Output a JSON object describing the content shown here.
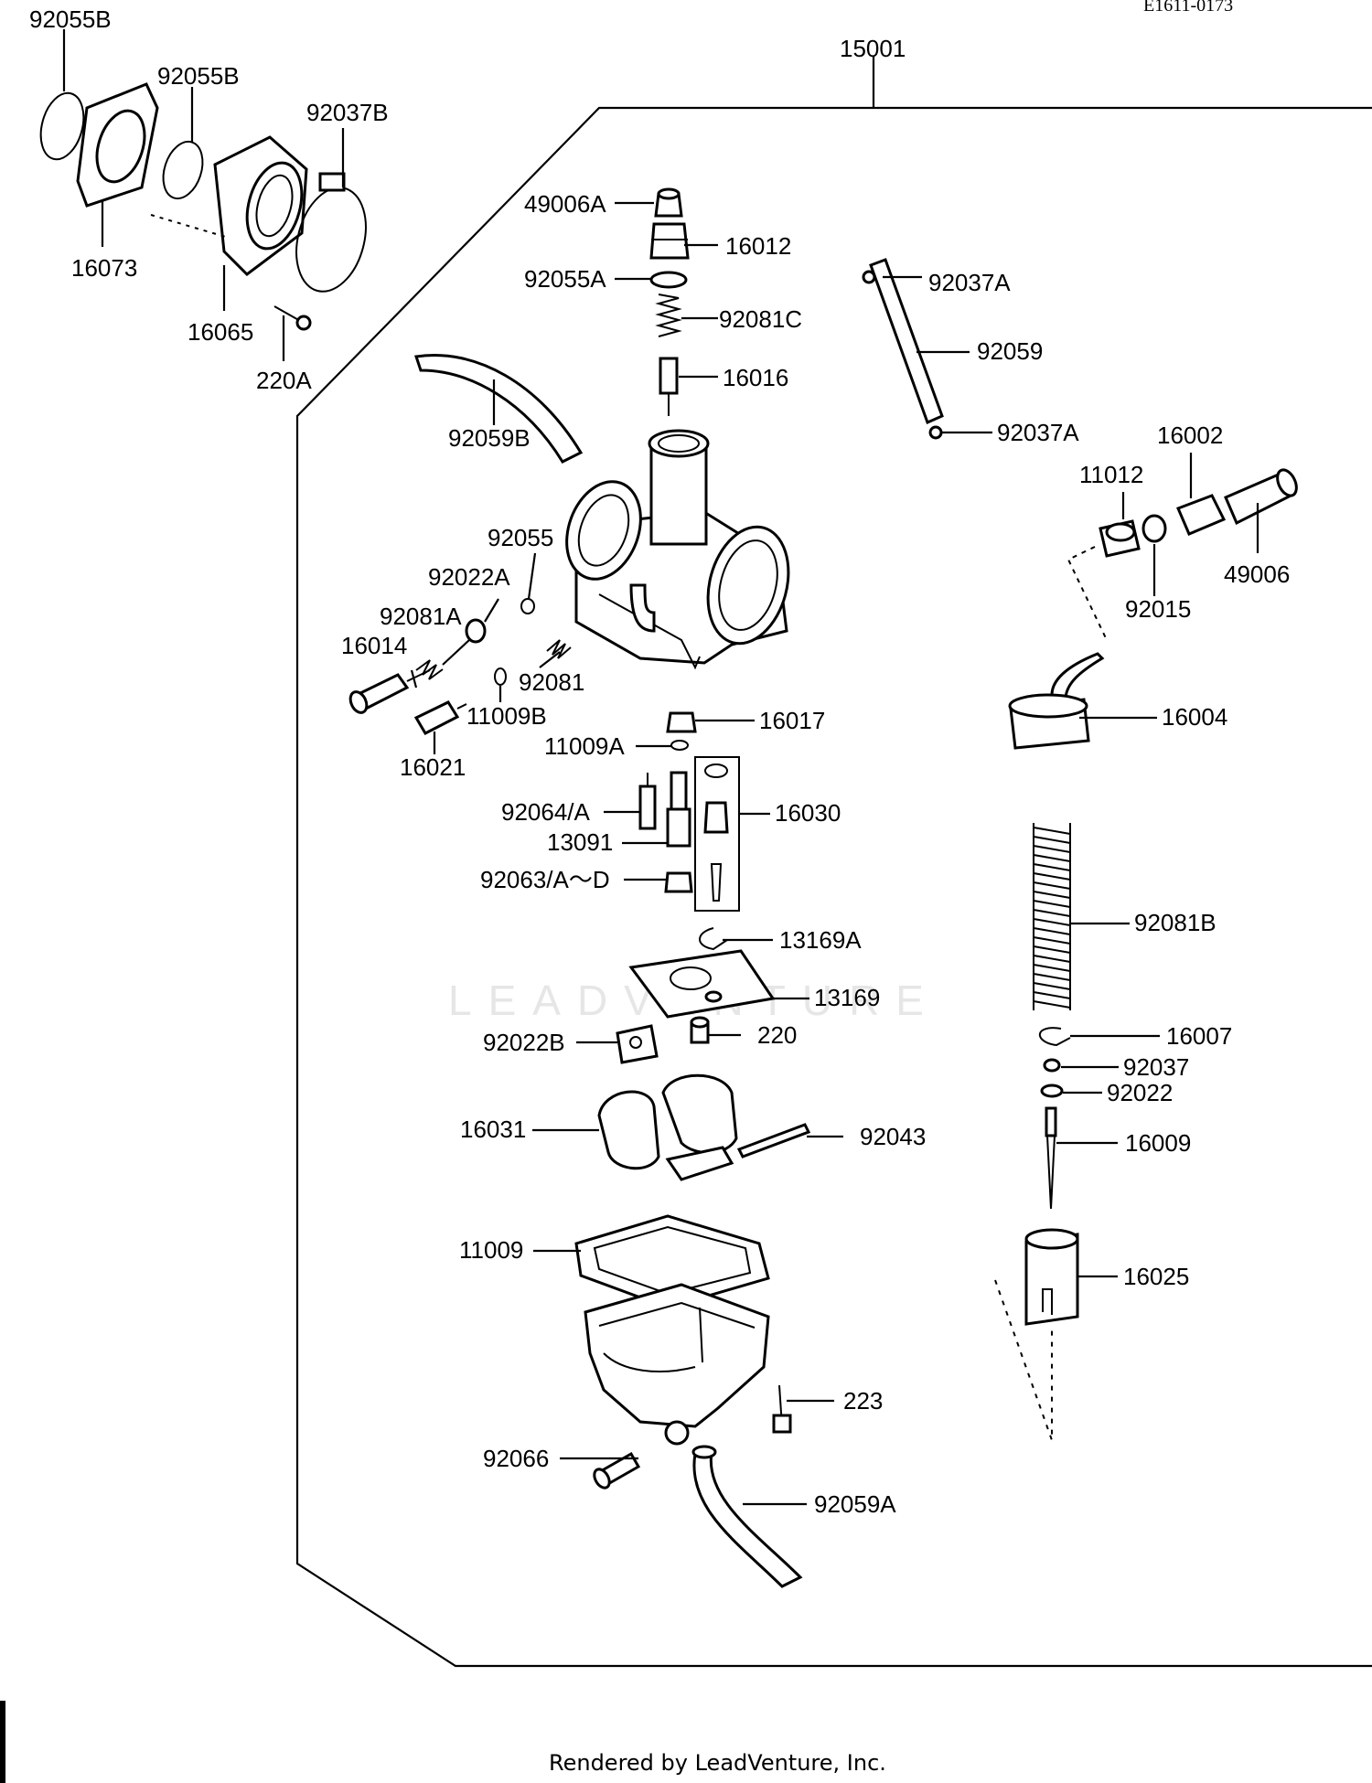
{
  "ref_code": "E1611-0173",
  "watermark": "LEADVENTURE",
  "footer": "Rendered by LeadVenture, Inc.",
  "labels": {
    "p92055B_1": "92055B",
    "p92055B_2": "92055B",
    "p92037B": "92037B",
    "p16073": "16073",
    "p16065": "16065",
    "p220A": "220A",
    "p15001": "15001",
    "p49006A": "49006A",
    "p16012": "16012",
    "p92055A": "92055A",
    "p92081C": "92081C",
    "p16016": "16016",
    "p92037A_1": "92037A",
    "p92059": "92059",
    "p92037A_2": "92037A",
    "p92059B": "92059B",
    "p16002": "16002",
    "p11012": "11012",
    "p49006": "49006",
    "p92015": "92015",
    "p92055": "92055",
    "p92022A": "92022A",
    "p92081A": "92081A",
    "p16014": "16014",
    "p92081": "92081",
    "p11009B": "11009B",
    "p16021": "16021",
    "p16017": "16017",
    "p11009A": "11009A",
    "p16004": "16004",
    "p92064A": "92064/A",
    "p16030": "16030",
    "p13091": "13091",
    "p92063": "92063/A～D",
    "p92081B": "92081B",
    "p13169A": "13169A",
    "p13169": "13169",
    "p92022B": "92022B",
    "p220": "220",
    "p16007": "16007",
    "p92037": "92037",
    "p92022": "92022",
    "p16031": "16031",
    "p92043": "92043",
    "p16009": "16009",
    "p11009": "11009",
    "p16025": "16025",
    "p223": "223",
    "p92066": "92066",
    "p92059A": "92059A"
  }
}
